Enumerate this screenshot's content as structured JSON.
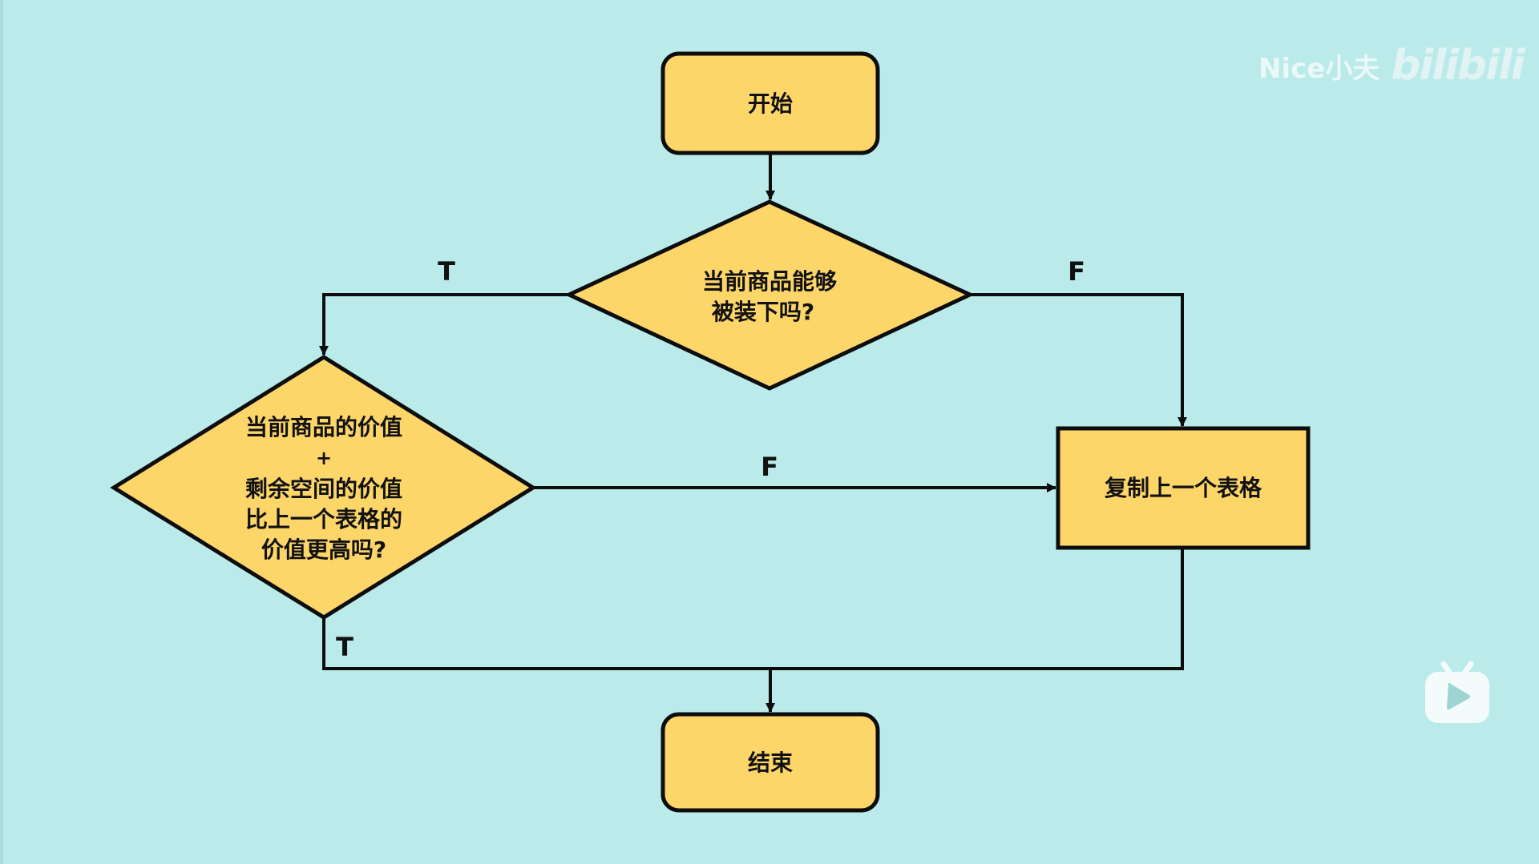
{
  "watermark": {
    "author": "Nice小夫",
    "platform": "bilibili"
  },
  "colors": {
    "background": "#bbeaea",
    "node_fill": "#fdd66a",
    "stroke": "#0d0d0d"
  },
  "nodes": {
    "start": {
      "label": "开始",
      "type": "terminal"
    },
    "decision1": {
      "lines": [
        "当前商品能够",
        "被装下吗?"
      ],
      "type": "decision"
    },
    "decision2": {
      "lines": [
        "当前商品的价值",
        "+",
        "剩余空间的价值",
        "比上一个表格的",
        "价值更高吗?"
      ],
      "type": "decision"
    },
    "copy": {
      "label": "复制上一个表格",
      "type": "process"
    },
    "end": {
      "label": "结束",
      "type": "terminal"
    }
  },
  "edges": {
    "d1_true": {
      "label": "T",
      "from": "decision1",
      "to": "decision2"
    },
    "d1_false": {
      "label": "F",
      "from": "decision1",
      "to": "copy"
    },
    "d2_false": {
      "label": "F",
      "from": "decision2",
      "to": "copy"
    },
    "d2_true": {
      "label": "T",
      "from": "decision2",
      "to": "end"
    },
    "copy_end": {
      "label": "",
      "from": "copy",
      "to": "end"
    },
    "start_d1": {
      "label": "",
      "from": "start",
      "to": "decision1"
    }
  },
  "icons": {
    "player": "bilibili-tv-play-icon"
  }
}
